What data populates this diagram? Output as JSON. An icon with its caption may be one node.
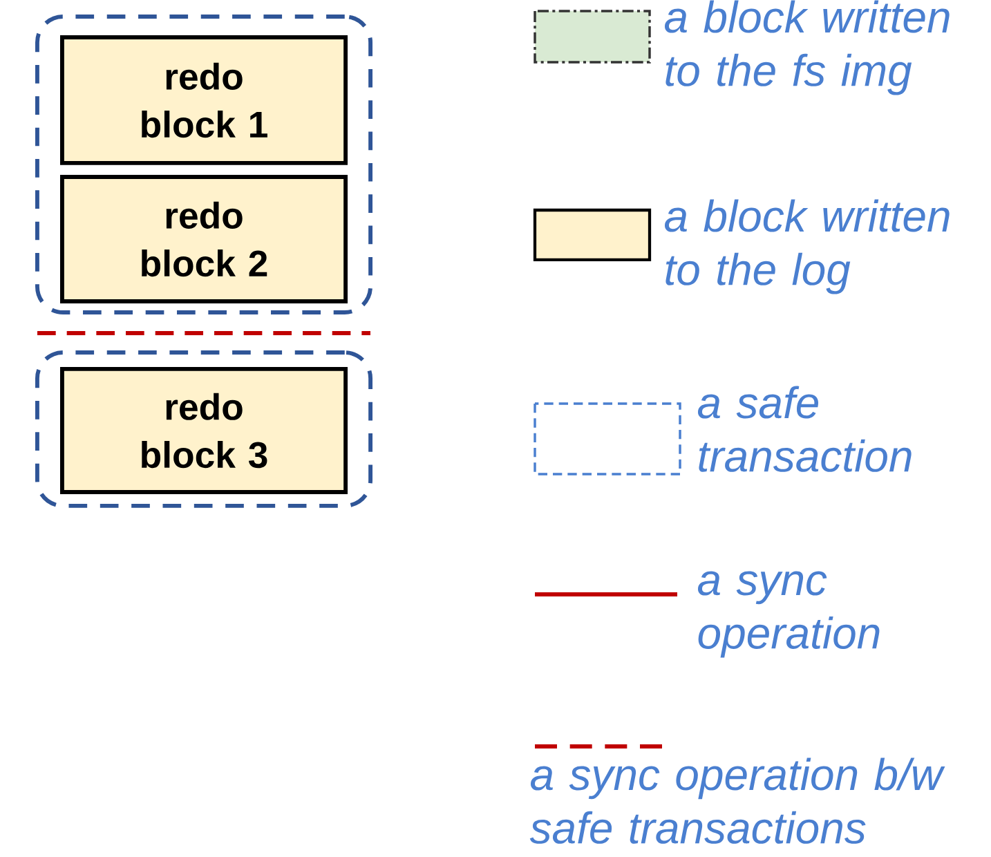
{
  "diagram": {
    "nodes": [
      {
        "text": [],
        "shape": "box"
      },
      {
        "text": [
          "redo block 1"
        ],
        "in": 0
      },
      {
        "text": [
          "redo block 2"
        ],
        "in": 0
      },
      {
        "text": [],
        "shape": "box"
      },
      {
        "text": [
          "redo block 3"
        ],
        "in": 3
      }
    ],
    "edges": [],
    "legend": [
      {
        "text": "a block written to the fs img",
        "color": "#d9ead3"
      },
      {
        "text": "a block written to the log",
        "color": "#fff2cc"
      },
      {
        "text": "a safe transaction"
      },
      {
        "text": "a sync operation"
      },
      {
        "text": "a sync operation b/w safe transactions"
      }
    ]
  }
}
